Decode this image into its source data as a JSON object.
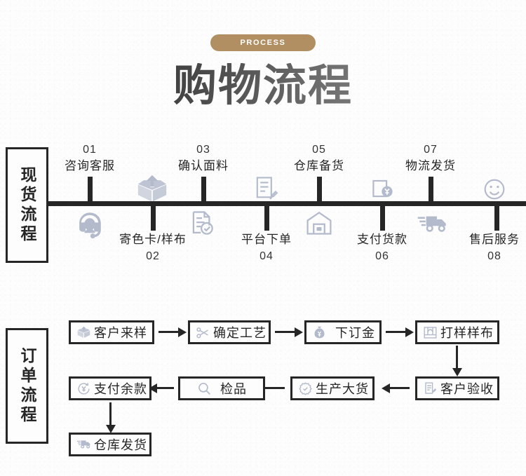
{
  "header": {
    "badge": "PROCESS",
    "title": "购物流程",
    "badge_color": "#b18f62",
    "title_color": "#2e2e2e"
  },
  "spot_section": {
    "label": "现货流程",
    "steps": [
      {
        "num": "01",
        "label": "咨询客服",
        "icon": "headset-support-icon",
        "position": "top"
      },
      {
        "num": "02",
        "label": "寄色卡/样布",
        "icon": "open-box-icon",
        "position": "bottom"
      },
      {
        "num": "03",
        "label": "确认面料",
        "icon": "document-check-icon",
        "position": "top"
      },
      {
        "num": "04",
        "label": "平台下单",
        "icon": "order-form-icon",
        "position": "bottom"
      },
      {
        "num": "05",
        "label": "仓库备货",
        "icon": "warehouse-icon",
        "position": "top"
      },
      {
        "num": "06",
        "label": "支付货款",
        "icon": "payment-yuan-icon",
        "position": "bottom"
      },
      {
        "num": "07",
        "label": "物流发货",
        "icon": "delivery-truck-icon",
        "position": "top"
      },
      {
        "num": "08",
        "label": "售后服务",
        "icon": "smiley-face-icon",
        "position": "bottom"
      }
    ]
  },
  "order_section": {
    "label": "订单流程",
    "steps": [
      {
        "id": "s1",
        "label": "客户来样",
        "icon": "open-box-icon"
      },
      {
        "id": "s2",
        "label": "确定工艺",
        "icon": "scissors-icon"
      },
      {
        "id": "s3",
        "label": "下订金",
        "icon": "money-bag-icon"
      },
      {
        "id": "s4",
        "label": "打样样布",
        "icon": "fabric-swatch-icon"
      },
      {
        "id": "s5",
        "label": "客户验收",
        "icon": "document-pen-icon"
      },
      {
        "id": "s6",
        "label": "生产大货",
        "icon": "gear-check-icon"
      },
      {
        "id": "s7",
        "label": "检品",
        "icon": "magnifier-icon"
      },
      {
        "id": "s8",
        "label": "支付余款",
        "icon": "refund-yuan-icon"
      },
      {
        "id": "s9",
        "label": "仓库发货",
        "icon": "delivery-truck-icon"
      }
    ]
  },
  "colors": {
    "ink": "#262626",
    "icon": "#b3bacb",
    "background": "#fdfdfd"
  }
}
